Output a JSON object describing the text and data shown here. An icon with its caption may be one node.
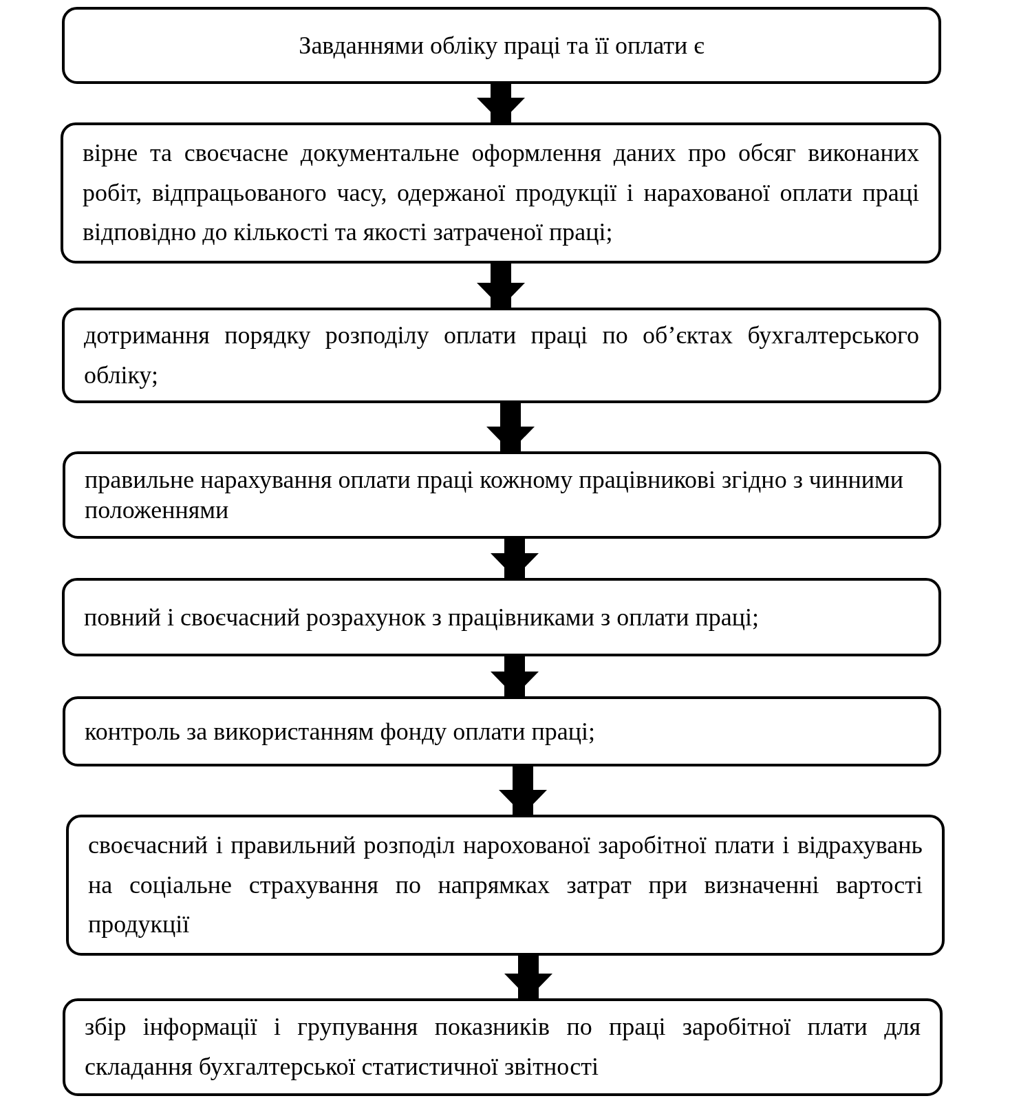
{
  "diagram": {
    "nodes": [
      {
        "text": [
          "Завданнями обліку праці та її оплати є"
        ]
      },
      {
        "text": [
          "вірне та своєчасне документальне оформлення даних про обсяг виконаних робіт, відпрацьованого часу, одержаної продукції і нарахованої оплати праці відповідно до кількості та якості затраченої праці;"
        ]
      },
      {
        "text": [
          "дотримання порядку розподілу оплати праці по об’єктах бухгалтерського обліку;"
        ]
      },
      {
        "text": [
          "правильне нарахування оплати праці кожному працівникові згідно з чинними положеннями"
        ]
      },
      {
        "text": [
          "повний і своєчасний розрахунок з працівниками з оплати праці;"
        ]
      },
      {
        "text": [
          "контроль за використанням фонду оплати праці;"
        ]
      },
      {
        "text": [
          "своєчасний і правильний розподіл нарохованої заробітної плати і відрахувань на соціальне страхування по напрямках затрат при визначенні вартості продукції"
        ]
      },
      {
        "text": [
          "збір інформації і групування показників по праці заробітної плати для складання бухгалтерської статистичної звітності"
        ]
      }
    ],
    "edges": [
      {
        "from": 0,
        "to": 1,
        "arrow": "to"
      },
      {
        "from": 1,
        "to": 2,
        "arrow": "to"
      },
      {
        "from": 2,
        "to": 3,
        "arrow": "to"
      },
      {
        "from": 3,
        "to": 4,
        "arrow": "to"
      },
      {
        "from": 4,
        "to": 5,
        "arrow": "to"
      },
      {
        "from": 5,
        "to": 6,
        "arrow": "to"
      },
      {
        "from": 6,
        "to": 7,
        "arrow": "to"
      }
    ]
  }
}
